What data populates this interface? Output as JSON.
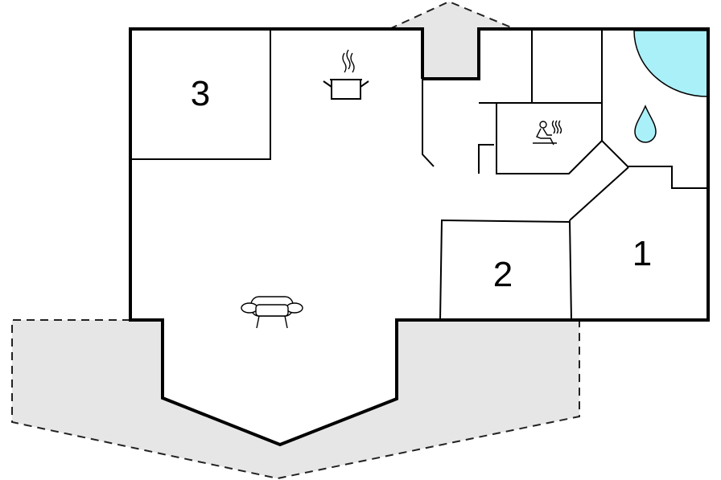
{
  "floorplan": {
    "colors": {
      "wall": "#000000",
      "terrace": "#e6e6e6",
      "dashed": "#222222",
      "water": "#aaf0f8",
      "background": "#ffffff"
    },
    "rooms": [
      {
        "label": "3"
      },
      {
        "label": "2"
      },
      {
        "label": "1"
      }
    ],
    "icons": [
      {
        "name": "cooking-pot-icon"
      },
      {
        "name": "sauna-icon"
      },
      {
        "name": "water-drop-icon"
      },
      {
        "name": "sofa-icon"
      }
    ]
  }
}
